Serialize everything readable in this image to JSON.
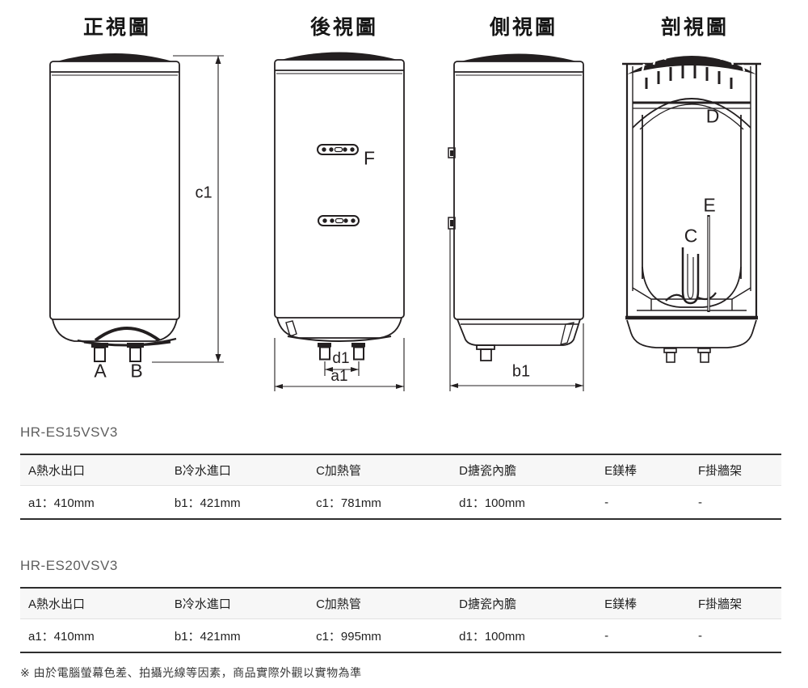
{
  "page": {
    "background": "#ffffff",
    "line_color": "#231f20"
  },
  "views": {
    "front": {
      "title": "正視圖",
      "label_a": "A",
      "label_b": "B",
      "dim_c1": "c1"
    },
    "rear": {
      "title": "後視圖",
      "label_f": "F",
      "dim_d1": "d1",
      "dim_a1": "a1"
    },
    "side": {
      "title": "側視圖",
      "dim_b1": "b1"
    },
    "section": {
      "title": "剖視圖",
      "label_c": "C",
      "label_d": "D",
      "label_e": "E"
    }
  },
  "tables": [
    {
      "model": "HR-ES15VSV3",
      "headers": [
        "A熱水出口",
        "B冷水進口",
        "C加熱管",
        "D搪瓷內膽",
        "E鎂棒",
        "F掛牆架"
      ],
      "values": [
        "a1：410mm",
        "b1：421mm",
        "c1：781mm",
        "d1：100mm",
        "-",
        "-"
      ]
    },
    {
      "model": "HR-ES20VSV3",
      "headers": [
        "A熱水出口",
        "B冷水進口",
        "C加熱管",
        "D搪瓷內膽",
        "E鎂棒",
        "F掛牆架"
      ],
      "values": [
        "a1：410mm",
        "b1：421mm",
        "c1：995mm",
        "d1：100mm",
        "-",
        "-"
      ]
    }
  ],
  "footnote": "※ 由於電腦螢幕色差、拍攝光線等因素，商品實際外觀以實物為準"
}
